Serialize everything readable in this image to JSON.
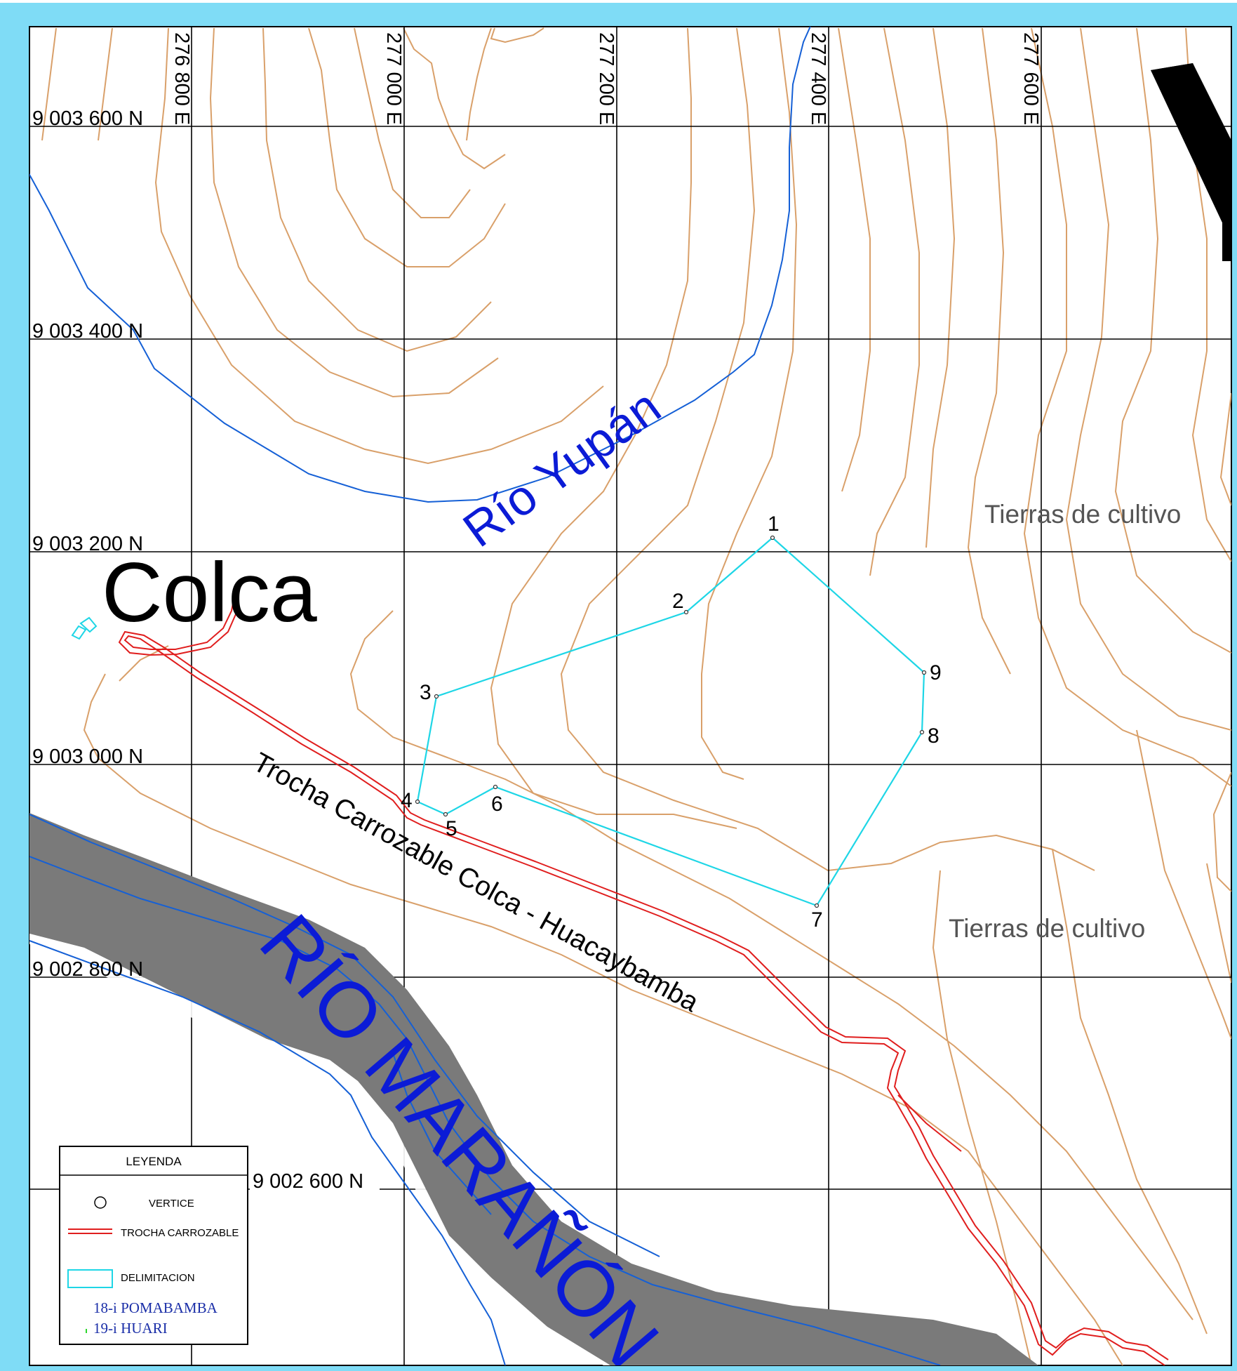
{
  "grid": {
    "easting_labels": [
      "276 800 E",
      "277 000 E",
      "277 200 E",
      "277 400 E",
      "277 600 E"
    ],
    "northing_labels": [
      "9 003 600 N",
      "9 003 400 N",
      "9 003 200 N",
      "9 003 000 N",
      "9 002 800 N",
      "9 002 600 N"
    ]
  },
  "places": {
    "town": "Colca",
    "river_yupan": "Río Yupán",
    "river_maranon": "RÍO MARAÑÓN",
    "road": "Trocha Carrozable Colca - Huacaybamba",
    "crops_1": "Tierras de cultivo",
    "crops_2": "Tierras de cultivo"
  },
  "vertices": [
    "1",
    "2",
    "3",
    "4",
    "5",
    "6",
    "7",
    "8",
    "9"
  ],
  "legend": {
    "title": "LEYENDA",
    "vertex": "VERTICE",
    "road": "TROCHA CARROZABLE",
    "boundary": "DELIMITACION",
    "sheet_1": "18-i POMABAMBA",
    "sheet_2": "19-i HUARI"
  },
  "colors": {
    "frame": "#7fdcf6",
    "contour": "#d9a06a",
    "stream": "#1560d6",
    "road": "#e01e1e",
    "boundary": "#1ed6e6",
    "river_fill": "#7a7a7a",
    "river_label": "#0b1bd6",
    "crop_label": "#555555",
    "legend_sheet": "#1b2fa8"
  }
}
